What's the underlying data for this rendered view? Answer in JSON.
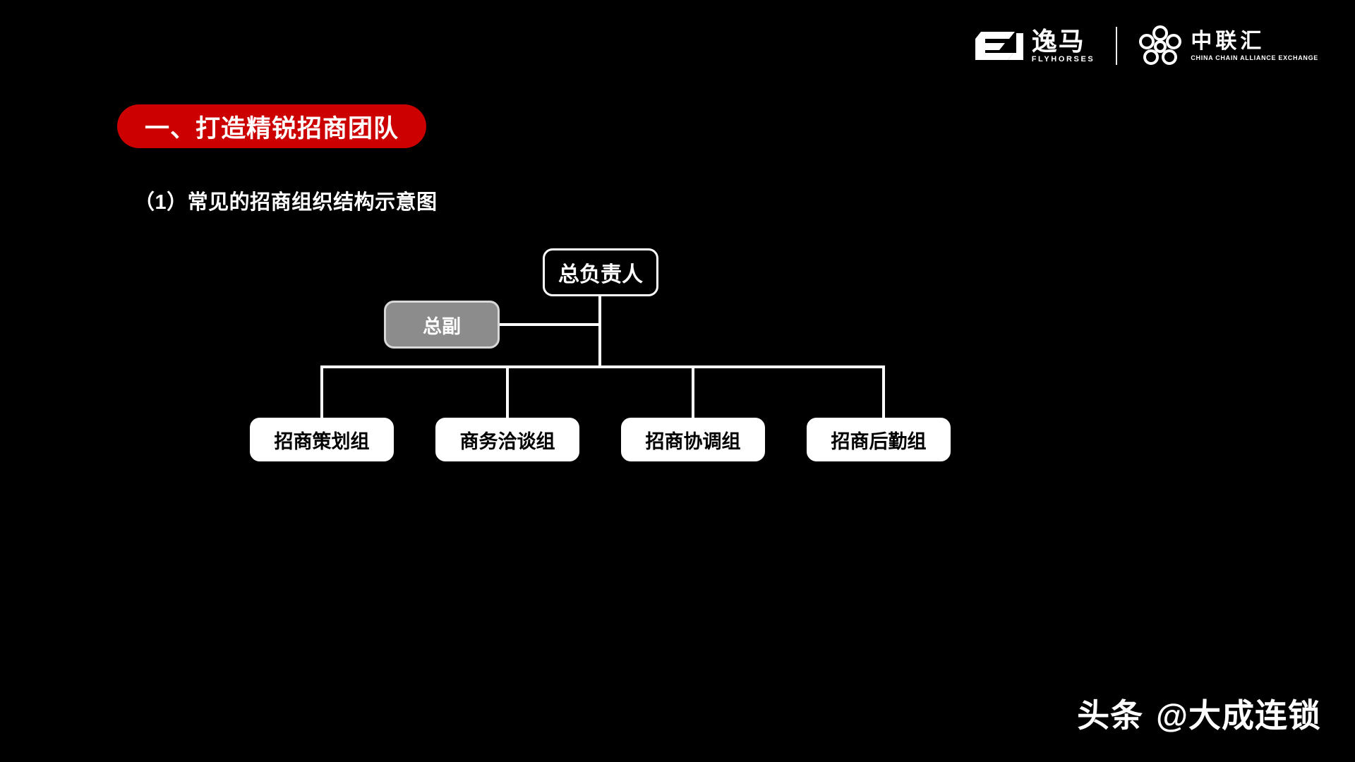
{
  "slide": {
    "background_color": "#000000",
    "accent_color": "#cc0000"
  },
  "header": {
    "logos": [
      {
        "mark": "flyhorses-ca-mark-icon",
        "cn_name": "逸马",
        "en_name": "FLYHORSES"
      },
      {
        "mark": "ccae-flower-mark-icon",
        "cn_name": "中联汇",
        "en_name": "CHINA CHAIN ALLIANCE EXCHANGE"
      }
    ],
    "divider": "logo-divider"
  },
  "section": {
    "banner_label": "一、打造精锐招商团队",
    "banner_bg": "#cc0000",
    "banner_text_color": "#ffffff"
  },
  "subtitle": {
    "label": "（1）常见的招商组织结构示意图"
  },
  "chart_data": {
    "type": "diagram",
    "title": "常见的招商组织结构示意图",
    "nodes": [
      {
        "id": "top",
        "label": "总负责人",
        "level": 0,
        "style": "dark",
        "fill": "#000000",
        "border": "#ffffff",
        "text_color": "#ffffff"
      },
      {
        "id": "deputy",
        "label": "总副",
        "level": 1,
        "style": "gray",
        "fill": "#8c8c8c",
        "border": "#d8d8d8",
        "text_color": "#ffffff"
      },
      {
        "id": "leaf0",
        "label": "招商策划组",
        "level": 2,
        "style": "light",
        "fill": "#ffffff",
        "border": "#ffffff",
        "text_color": "#000000"
      },
      {
        "id": "leaf1",
        "label": "商务洽谈组",
        "level": 2,
        "style": "light",
        "fill": "#ffffff",
        "border": "#ffffff",
        "text_color": "#000000"
      },
      {
        "id": "leaf2",
        "label": "招商协调组",
        "level": 2,
        "style": "light",
        "fill": "#ffffff",
        "border": "#ffffff",
        "text_color": "#000000"
      },
      {
        "id": "leaf3",
        "label": "招商后勤组",
        "level": 2,
        "style": "light",
        "fill": "#ffffff",
        "border": "#ffffff",
        "text_color": "#000000"
      }
    ],
    "edges": [
      {
        "from": "top",
        "to": "deputy",
        "kind": "side"
      },
      {
        "from": "top",
        "to": "leaf0",
        "kind": "tree"
      },
      {
        "from": "top",
        "to": "leaf1",
        "kind": "tree"
      },
      {
        "from": "top",
        "to": "leaf2",
        "kind": "tree"
      },
      {
        "from": "top",
        "to": "leaf3",
        "kind": "tree"
      }
    ],
    "line_color": "#ffffff"
  },
  "watermark": {
    "brand": "头条",
    "handle": "@大成连锁"
  }
}
